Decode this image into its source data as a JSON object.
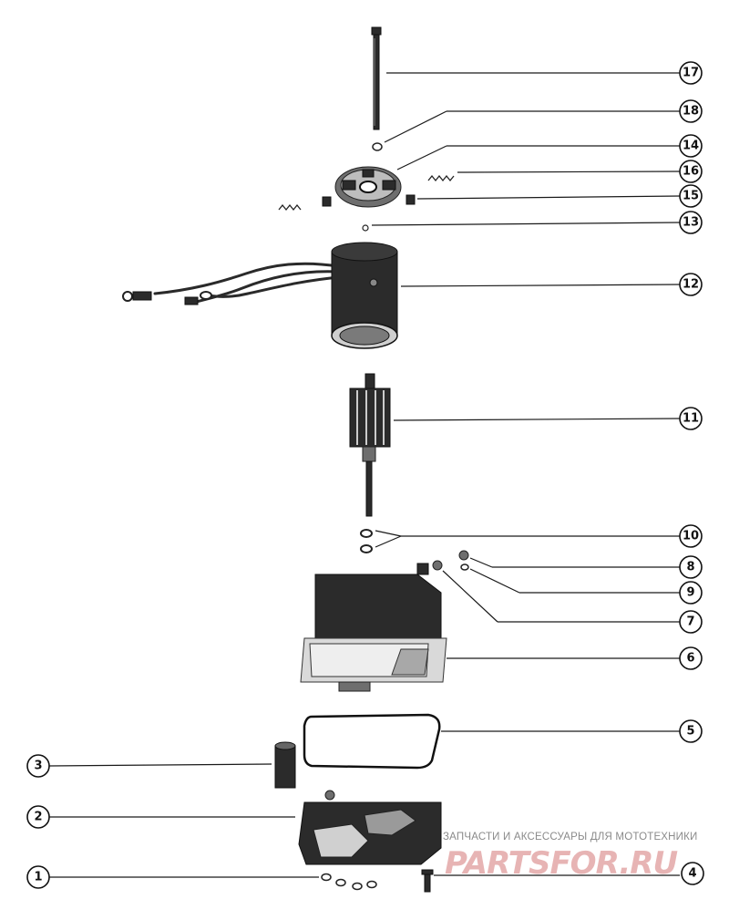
{
  "callouts": [
    {
      "id": "17",
      "label": "17"
    },
    {
      "id": "18",
      "label": "18"
    },
    {
      "id": "14",
      "label": "14"
    },
    {
      "id": "16",
      "label": "16"
    },
    {
      "id": "15",
      "label": "15"
    },
    {
      "id": "13",
      "label": "13"
    },
    {
      "id": "12",
      "label": "12"
    },
    {
      "id": "11",
      "label": "11"
    },
    {
      "id": "10",
      "label": "10"
    },
    {
      "id": "8",
      "label": "8"
    },
    {
      "id": "9",
      "label": "9"
    },
    {
      "id": "7",
      "label": "7"
    },
    {
      "id": "6",
      "label": "6"
    },
    {
      "id": "5",
      "label": "5"
    },
    {
      "id": "3",
      "label": "3"
    },
    {
      "id": "2",
      "label": "2"
    },
    {
      "id": "1",
      "label": "1"
    },
    {
      "id": "4",
      "label": "4"
    }
  ],
  "watermark": {
    "caption": "ЗАПЧАСТИ И АКСЕССУАРЫ ДЛЯ МОТОТЕХНИКИ",
    "logo_text": "PARTSFOR.RU",
    "logo_color": "#e0a0a0"
  },
  "colors": {
    "ink": "#111111",
    "paper": "#ffffff"
  }
}
